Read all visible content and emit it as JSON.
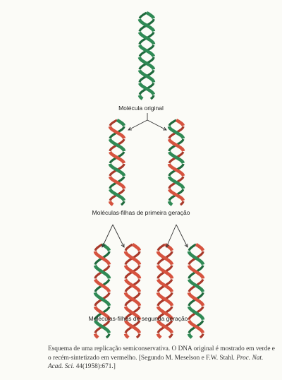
{
  "colors": {
    "original_strand": "#2f8a55",
    "original_strand_dark": "#1f6a3d",
    "new_strand": "#d6533f",
    "new_strand_dark": "#a8392a",
    "background": "#fbfbf7"
  },
  "labels": {
    "original": "Molécula original",
    "first_generation": "Moléculas-filhas de primeira geração",
    "second_generation": "Moléculas-filhas de segunda geração"
  },
  "caption": {
    "part1": "Esquema de uma replicação semiconservativa. O DNA original é mostrado em verde e o recém-sintetizado em vermelho. [Segundo M. Meselson e F.W. Stahl. ",
    "journal": "Proc. Nat. Acad. Sci.",
    "part2": " 44(1958):671.]"
  },
  "diagram": {
    "generations": [
      {
        "name": "original",
        "molecules": [
          {
            "strands": [
              "original",
              "original"
            ]
          }
        ]
      },
      {
        "name": "first",
        "molecules": [
          {
            "strands": [
              "original",
              "new"
            ]
          },
          {
            "strands": [
              "new",
              "original"
            ]
          }
        ]
      },
      {
        "name": "second",
        "molecules": [
          {
            "strands": [
              "original",
              "new"
            ]
          },
          {
            "strands": [
              "new",
              "new"
            ]
          },
          {
            "strands": [
              "new",
              "new"
            ]
          },
          {
            "strands": [
              "new",
              "original"
            ]
          }
        ]
      }
    ],
    "icons": [
      "helix-icon",
      "arrow-icon"
    ]
  }
}
